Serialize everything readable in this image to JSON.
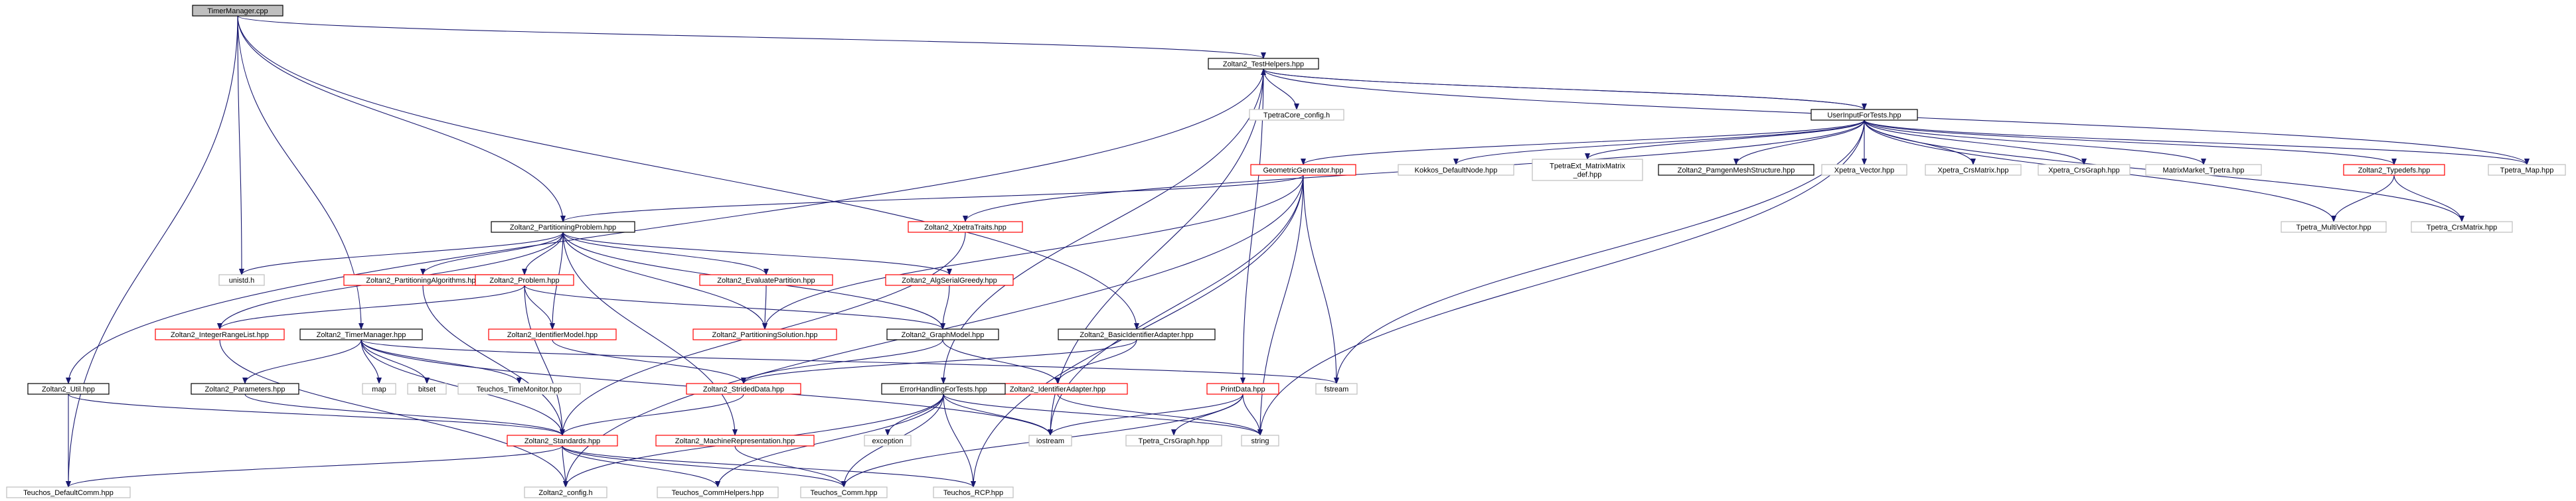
{
  "colors": {
    "edge": "#191970",
    "border_default": "#000000",
    "border_red": "#ff0000",
    "border_gray": "#bfbfbf",
    "fill_root": "#bfbfbf",
    "fill_default": "#ffffff"
  },
  "nodes": [
    {
      "id": "timermanager_cpp",
      "label": "TimerManager.cpp",
      "style": "root"
    },
    {
      "id": "zoltan2_testhelpers",
      "label": "Zoltan2_TestHelpers.hpp",
      "style": "black"
    },
    {
      "id": "tpetracore_config",
      "label": "TpetraCore_config.h",
      "style": "gray"
    },
    {
      "id": "userinputfortests",
      "label": "UserInputForTests.hpp",
      "style": "black"
    },
    {
      "id": "geometricgenerator",
      "label": "GeometricGenerator.hpp",
      "style": "red"
    },
    {
      "id": "kokkos_defaultnode",
      "label": "Kokkos_DefaultNode.hpp",
      "style": "gray"
    },
    {
      "id": "tpetraext_matrixmatrix",
      "label": [
        "TpetraExt_MatrixMatrix",
        "_def.hpp"
      ],
      "style": "gray"
    },
    {
      "id": "zoltan2_pamgenmeshstructure",
      "label": "Zoltan2_PamgenMeshStructure.hpp",
      "style": "black"
    },
    {
      "id": "xpetra_vector",
      "label": "Xpetra_Vector.hpp",
      "style": "gray"
    },
    {
      "id": "xpetra_crsmatrix",
      "label": "Xpetra_CrsMatrix.hpp",
      "style": "gray"
    },
    {
      "id": "xpetra_crsgraph",
      "label": "Xpetra_CrsGraph.hpp",
      "style": "gray"
    },
    {
      "id": "matrixmarket_tpetra",
      "label": "MatrixMarket_Tpetra.hpp",
      "style": "gray"
    },
    {
      "id": "zoltan2_typedefs",
      "label": "Zoltan2_Typedefs.hpp",
      "style": "red"
    },
    {
      "id": "tpetra_map",
      "label": "Tpetra_Map.hpp",
      "style": "gray"
    },
    {
      "id": "tpetra_multivector",
      "label": "Tpetra_MultiVector.hpp",
      "style": "gray"
    },
    {
      "id": "tpetra_crsmatrix",
      "label": "Tpetra_CrsMatrix.hpp",
      "style": "gray"
    },
    {
      "id": "zoltan2_partitioningproblem",
      "label": "Zoltan2_PartitioningProblem.hpp",
      "style": "black"
    },
    {
      "id": "zoltan2_xpetratraits",
      "label": "Zoltan2_XpetraTraits.hpp",
      "style": "red"
    },
    {
      "id": "unistd",
      "label": "unistd.h",
      "style": "gray"
    },
    {
      "id": "zoltan2_partitioningalgorithms",
      "label": "Zoltan2_PartitioningAlgorithms.hpp",
      "style": "red"
    },
    {
      "id": "zoltan2_problem",
      "label": "Zoltan2_Problem.hpp",
      "style": "red"
    },
    {
      "id": "zoltan2_evaluatepartition",
      "label": "Zoltan2_EvaluatePartition.hpp",
      "style": "red"
    },
    {
      "id": "zoltan2_algserialgreedy",
      "label": "Zoltan2_AlgSerialGreedy.hpp",
      "style": "red"
    },
    {
      "id": "zoltan2_integerrangelist",
      "label": "Zoltan2_IntegerRangeList.hpp",
      "style": "red"
    },
    {
      "id": "zoltan2_timermanager",
      "label": "Zoltan2_TimerManager.hpp",
      "style": "black"
    },
    {
      "id": "zoltan2_identifiermodel",
      "label": "Zoltan2_IdentifierModel.hpp",
      "style": "red"
    },
    {
      "id": "zoltan2_partitioningsolution",
      "label": "Zoltan2_PartitioningSolution.hpp",
      "style": "red"
    },
    {
      "id": "zoltan2_graphmodel",
      "label": "Zoltan2_GraphModel.hpp",
      "style": "black"
    },
    {
      "id": "zoltan2_basicidentifieradapter",
      "label": "Zoltan2_BasicIdentifierAdapter.hpp",
      "style": "black"
    },
    {
      "id": "zoltan2_util",
      "label": "Zoltan2_Util.hpp",
      "style": "black"
    },
    {
      "id": "zoltan2_parameters",
      "label": "Zoltan2_Parameters.hpp",
      "style": "black"
    },
    {
      "id": "map",
      "label": "map",
      "style": "gray"
    },
    {
      "id": "bitset",
      "label": "bitset",
      "style": "gray"
    },
    {
      "id": "teuchos_timemonitor",
      "label": "Teuchos_TimeMonitor.hpp",
      "style": "gray"
    },
    {
      "id": "zoltan2_strideddata",
      "label": "Zoltan2_StridedData.hpp",
      "style": "red"
    },
    {
      "id": "zoltan2_identifieradapter",
      "label": "Zoltan2_IdentifierAdapter.hpp",
      "style": "red"
    },
    {
      "id": "errorhandlingfortests",
      "label": "ErrorHandlingForTests.hpp",
      "style": "black"
    },
    {
      "id": "printdata",
      "label": "PrintData.hpp",
      "style": "red"
    },
    {
      "id": "fstream",
      "label": "fstream",
      "style": "gray"
    },
    {
      "id": "zoltan2_standards",
      "label": "Zoltan2_Standards.hpp",
      "style": "red"
    },
    {
      "id": "zoltan2_machinerepresentation",
      "label": "Zoltan2_MachineRepresentation.hpp",
      "style": "red"
    },
    {
      "id": "exception",
      "label": "exception",
      "style": "gray"
    },
    {
      "id": "iostream",
      "label": "iostream",
      "style": "gray"
    },
    {
      "id": "tpetra_crsgraph",
      "label": "Tpetra_CrsGraph.hpp",
      "style": "gray"
    },
    {
      "id": "string",
      "label": "string",
      "style": "gray"
    },
    {
      "id": "teuchos_defaultcomm",
      "label": "Teuchos_DefaultComm.hpp",
      "style": "gray"
    },
    {
      "id": "zoltan2_config",
      "label": "Zoltan2_config.h",
      "style": "gray"
    },
    {
      "id": "teuchos_commhelpers",
      "label": "Teuchos_CommHelpers.hpp",
      "style": "gray"
    },
    {
      "id": "teuchos_comm",
      "label": "Teuchos_Comm.hpp",
      "style": "gray"
    },
    {
      "id": "teuchos_rcp",
      "label": "Teuchos_RCP.hpp",
      "style": "gray"
    }
  ],
  "edges": [
    [
      "timermanager_cpp",
      "zoltan2_testhelpers"
    ],
    [
      "timermanager_cpp",
      "zoltan2_partitioningproblem"
    ],
    [
      "timermanager_cpp",
      "unistd"
    ],
    [
      "timermanager_cpp",
      "zoltan2_timermanager"
    ],
    [
      "timermanager_cpp",
      "zoltan2_basicidentifieradapter"
    ],
    [
      "timermanager_cpp",
      "teuchos_defaultcomm"
    ],
    [
      "zoltan2_testhelpers",
      "tpetracore_config"
    ],
    [
      "zoltan2_testhelpers",
      "userinputfortests"
    ],
    [
      "zoltan2_testhelpers",
      "zoltan2_util"
    ],
    [
      "zoltan2_testhelpers",
      "errorhandlingfortests"
    ],
    [
      "zoltan2_testhelpers",
      "printdata"
    ],
    [
      "zoltan2_testhelpers",
      "iostream"
    ],
    [
      "zoltan2_testhelpers",
      "tpetra_map"
    ],
    [
      "userinputfortests",
      "zoltan2_testhelpers"
    ],
    [
      "userinputfortests",
      "geometricgenerator"
    ],
    [
      "userinputfortests",
      "kokkos_defaultnode"
    ],
    [
      "userinputfortests",
      "tpetraext_matrixmatrix"
    ],
    [
      "userinputfortests",
      "zoltan2_pamgenmeshstructure"
    ],
    [
      "userinputfortests",
      "xpetra_vector"
    ],
    [
      "userinputfortests",
      "xpetra_crsmatrix"
    ],
    [
      "userinputfortests",
      "xpetra_crsgraph"
    ],
    [
      "userinputfortests",
      "matrixmarket_tpetra"
    ],
    [
      "userinputfortests",
      "zoltan2_typedefs"
    ],
    [
      "userinputfortests",
      "tpetra_map"
    ],
    [
      "userinputfortests",
      "tpetra_multivector"
    ],
    [
      "userinputfortests",
      "tpetra_crsmatrix"
    ],
    [
      "userinputfortests",
      "zoltan2_xpetratraits"
    ],
    [
      "userinputfortests",
      "fstream"
    ],
    [
      "userinputfortests",
      "string"
    ],
    [
      "zoltan2_typedefs",
      "tpetra_multivector"
    ],
    [
      "zoltan2_typedefs",
      "tpetra_crsmatrix"
    ],
    [
      "geometricgenerator",
      "zoltan2_partitioningproblem"
    ],
    [
      "geometricgenerator",
      "zoltan2_partitioningsolution"
    ],
    [
      "geometricgenerator",
      "fstream"
    ],
    [
      "geometricgenerator",
      "string"
    ],
    [
      "geometricgenerator",
      "iostream"
    ],
    [
      "geometricgenerator",
      "zoltan2_config"
    ],
    [
      "geometricgenerator",
      "teuchos_rcp"
    ],
    [
      "zoltan2_xpetratraits",
      "zoltan2_standards"
    ],
    [
      "zoltan2_partitioningproblem",
      "unistd"
    ],
    [
      "zoltan2_partitioningproblem",
      "zoltan2_integerrangelist"
    ],
    [
      "zoltan2_partitioningproblem",
      "zoltan2_partitioningalgorithms"
    ],
    [
      "zoltan2_partitioningproblem",
      "zoltan2_problem"
    ],
    [
      "zoltan2_partitioningproblem",
      "zoltan2_identifiermodel"
    ],
    [
      "zoltan2_partitioningproblem",
      "zoltan2_partitioningsolution"
    ],
    [
      "zoltan2_partitioningproblem",
      "zoltan2_evaluatepartition"
    ],
    [
      "zoltan2_partitioningproblem",
      "zoltan2_algserialgreedy"
    ],
    [
      "zoltan2_partitioningproblem",
      "zoltan2_graphmodel"
    ],
    [
      "zoltan2_partitioningproblem",
      "zoltan2_machinerepresentation"
    ],
    [
      "zoltan2_partitioningalgorithms",
      "zoltan2_standards"
    ],
    [
      "zoltan2_problem",
      "zoltan2_integerrangelist"
    ],
    [
      "zoltan2_problem",
      "zoltan2_identifiermodel"
    ],
    [
      "zoltan2_problem",
      "zoltan2_graphmodel"
    ],
    [
      "zoltan2_problem",
      "zoltan2_standards"
    ],
    [
      "zoltan2_evaluatepartition",
      "zoltan2_partitioningsolution"
    ],
    [
      "zoltan2_algserialgreedy",
      "zoltan2_graphmodel"
    ],
    [
      "zoltan2_graphmodel",
      "zoltan2_strideddata"
    ],
    [
      "zoltan2_graphmodel",
      "zoltan2_identifieradapter"
    ],
    [
      "zoltan2_identifiermodel",
      "zoltan2_strideddata"
    ],
    [
      "zoltan2_basicidentifieradapter",
      "zoltan2_identifieradapter"
    ],
    [
      "zoltan2_basicidentifieradapter",
      "zoltan2_strideddata"
    ],
    [
      "zoltan2_integerrangelist",
      "zoltan2_config"
    ],
    [
      "zoltan2_timermanager",
      "zoltan2_parameters"
    ],
    [
      "zoltan2_timermanager",
      "map"
    ],
    [
      "zoltan2_timermanager",
      "bitset"
    ],
    [
      "zoltan2_timermanager",
      "teuchos_timemonitor"
    ],
    [
      "zoltan2_timermanager",
      "fstream"
    ],
    [
      "zoltan2_timermanager",
      "iostream"
    ],
    [
      "zoltan2_timermanager",
      "zoltan2_standards"
    ],
    [
      "zoltan2_parameters",
      "zoltan2_standards"
    ],
    [
      "zoltan2_util",
      "zoltan2_standards"
    ],
    [
      "zoltan2_util",
      "teuchos_defaultcomm"
    ],
    [
      "zoltan2_strideddata",
      "zoltan2_standards"
    ],
    [
      "zoltan2_identifieradapter",
      "string"
    ],
    [
      "errorhandlingfortests",
      "iostream"
    ],
    [
      "errorhandlingfortests",
      "string"
    ],
    [
      "errorhandlingfortests",
      "exception"
    ],
    [
      "errorhandlingfortests",
      "teuchos_commhelpers"
    ],
    [
      "errorhandlingfortests",
      "teuchos_comm"
    ],
    [
      "errorhandlingfortests",
      "teuchos_rcp"
    ],
    [
      "errorhandlingfortests",
      "zoltan2_config"
    ],
    [
      "printdata",
      "iostream"
    ],
    [
      "printdata",
      "string"
    ],
    [
      "printdata",
      "tpetra_crsgraph"
    ],
    [
      "printdata",
      "teuchos_comm"
    ],
    [
      "zoltan2_standards",
      "zoltan2_config"
    ],
    [
      "zoltan2_standards",
      "teuchos_defaultcomm"
    ],
    [
      "zoltan2_standards",
      "teuchos_commhelpers"
    ],
    [
      "zoltan2_standards",
      "teuchos_comm"
    ],
    [
      "zoltan2_standards",
      "teuchos_rcp"
    ],
    [
      "zoltan2_machinerepresentation",
      "teuchos_comm"
    ]
  ]
}
